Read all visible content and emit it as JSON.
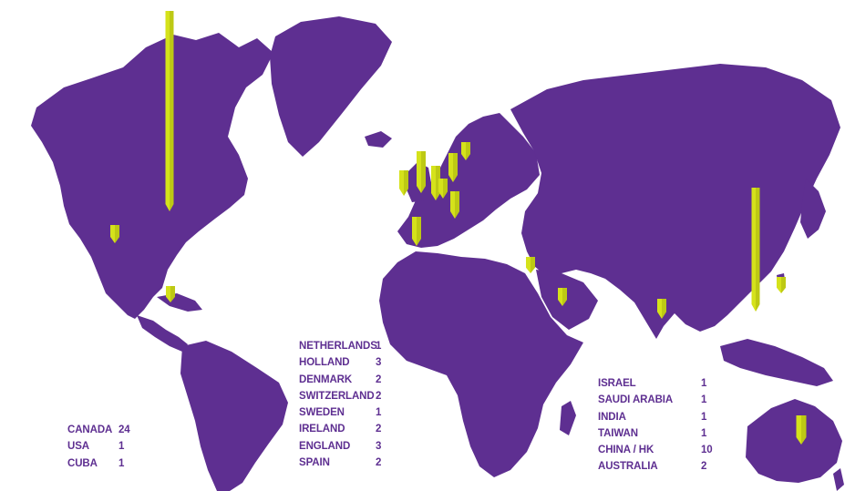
{
  "colors": {
    "land": "#5e2f91",
    "marker": "#d5e21b",
    "marker_shade": "#a9b40f",
    "text": "#5e2f91",
    "background": "#ffffff"
  },
  "legends": {
    "americas": [
      {
        "name": "CANADA",
        "count": "24"
      },
      {
        "name": "USA",
        "count": "1"
      },
      {
        "name": "CUBA",
        "count": "1"
      }
    ],
    "europe": [
      {
        "name": "NETHERLANDS",
        "count": "1"
      },
      {
        "name": "HOLLAND",
        "count": "3"
      },
      {
        "name": "DENMARK",
        "count": "2"
      },
      {
        "name": "SWITZERLAND",
        "count": "2"
      },
      {
        "name": "SWEDEN",
        "count": "1"
      },
      {
        "name": "IRELAND",
        "count": "2"
      },
      {
        "name": "ENGLAND",
        "count": "3"
      },
      {
        "name": "SPAIN",
        "count": "2"
      }
    ],
    "asia_oceania": [
      {
        "name": "ISRAEL",
        "count": "1"
      },
      {
        "name": "SAUDI ARABIA",
        "count": "1"
      },
      {
        "name": "INDIA",
        "count": "1"
      },
      {
        "name": "TAIWAN",
        "count": "1"
      },
      {
        "name": "CHINA / HK",
        "count": "10"
      },
      {
        "name": "AUSTRALIA",
        "count": "2"
      }
    ]
  }
}
